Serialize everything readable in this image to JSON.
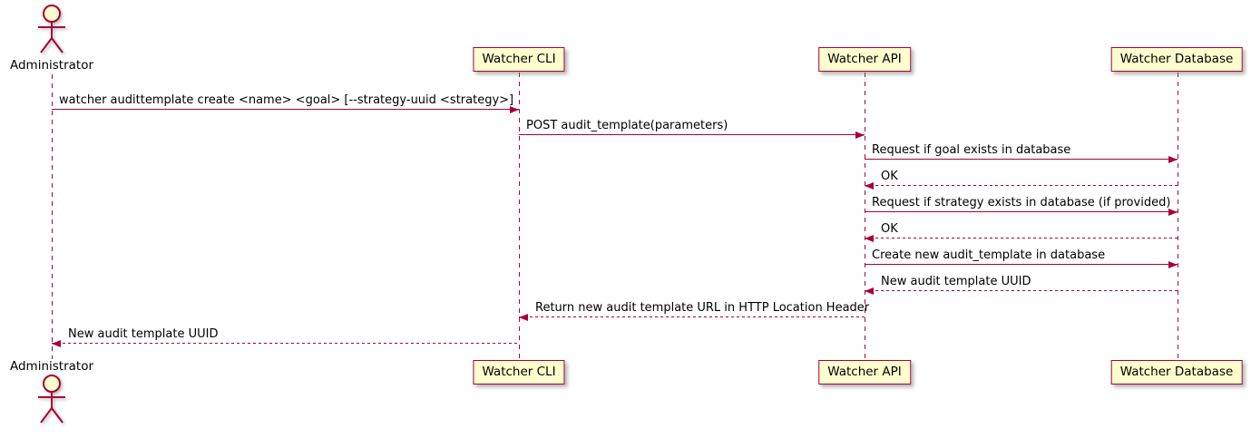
{
  "diagram": {
    "type": "sequence-diagram",
    "colors": {
      "accent": "#A80036",
      "participant_fill": "#FEFECE",
      "background": "#FFFFFF",
      "text": "#000000"
    },
    "actor": {
      "label": "Administrator"
    },
    "participants": [
      {
        "label": "Watcher CLI"
      },
      {
        "label": "Watcher API"
      },
      {
        "label": "Watcher Database"
      }
    ],
    "messages": [
      {
        "from": "Administrator",
        "to": "Watcher CLI",
        "style": "solid",
        "label": "watcher audittemplate create <name> <goal> [--strategy-uuid <strategy>]"
      },
      {
        "from": "Watcher CLI",
        "to": "Watcher API",
        "style": "solid",
        "label": "POST audit_template(parameters)"
      },
      {
        "from": "Watcher API",
        "to": "Watcher Database",
        "style": "solid",
        "label": "Request if goal exists in database"
      },
      {
        "from": "Watcher Database",
        "to": "Watcher API",
        "style": "dashed",
        "label": "OK"
      },
      {
        "from": "Watcher API",
        "to": "Watcher Database",
        "style": "solid",
        "label": "Request if strategy exists in database (if provided)"
      },
      {
        "from": "Watcher Database",
        "to": "Watcher API",
        "style": "dashed",
        "label": "OK"
      },
      {
        "from": "Watcher API",
        "to": "Watcher Database",
        "style": "solid",
        "label": "Create new audit_template in database"
      },
      {
        "from": "Watcher Database",
        "to": "Watcher API",
        "style": "dashed",
        "label": "New audit template UUID"
      },
      {
        "from": "Watcher API",
        "to": "Watcher CLI",
        "style": "dashed",
        "label": "Return new audit template URL in HTTP Location Header"
      },
      {
        "from": "Watcher CLI",
        "to": "Administrator",
        "style": "dashed",
        "label": "New audit template UUID"
      }
    ]
  }
}
